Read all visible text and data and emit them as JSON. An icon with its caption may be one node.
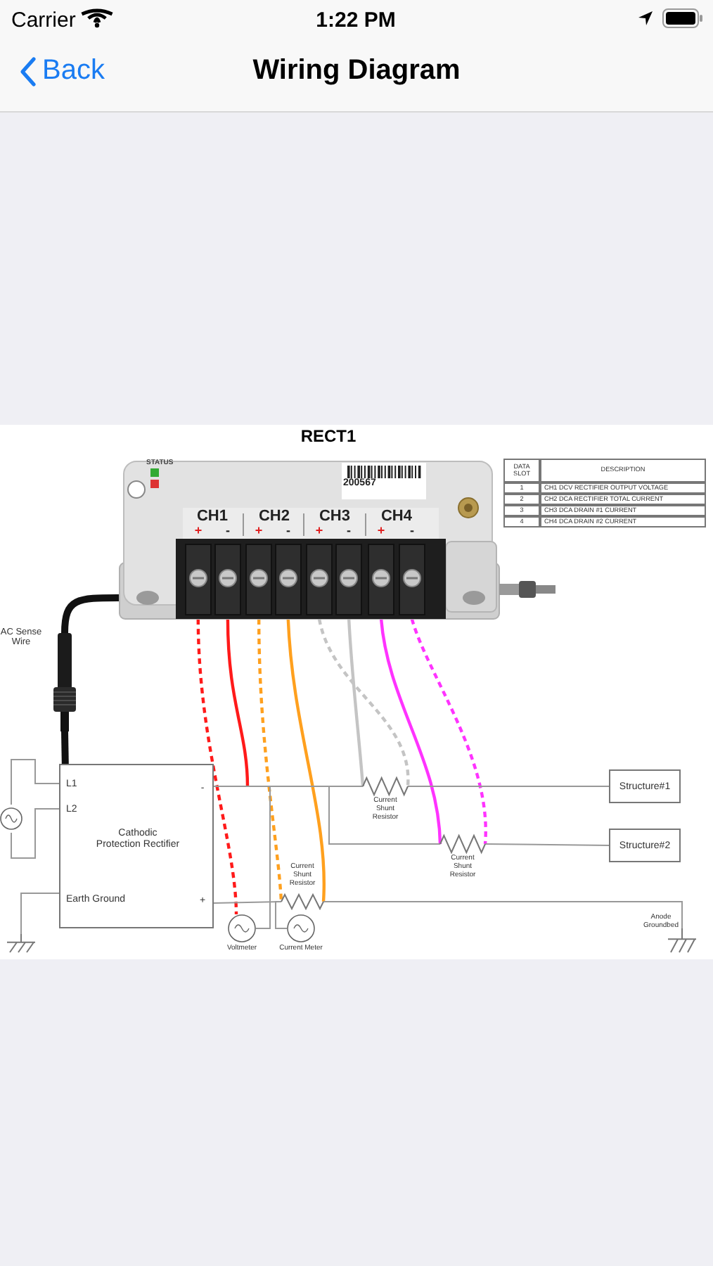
{
  "diagram": {
    "title": "RECT1",
    "nodes": [
      {
        "text": [],
        "shape": "picture"
      },
      {
        "text": [
          "L1",
          "L2",
          "-",
          "Cathodic Protection Rectifier",
          "Earth Ground",
          "+"
        ]
      },
      {
        "text": [],
        "shape": "circle",
        "beside": [
          "Voltmeter"
        ]
      },
      {
        "text": [],
        "shape": "circle",
        "beside": [
          "Current Meter"
        ]
      },
      {
        "text": [],
        "shape": "resistor",
        "beside": [
          "Current Shunt Resistor"
        ]
      },
      {
        "text": [],
        "shape": "resistor",
        "beside": [
          "Current Shunt Resistor"
        ]
      },
      {
        "text": [],
        "shape": "resistor",
        "beside": [
          "Current Shunt Resistor"
        ]
      },
      {
        "text": [
          "Structure#1"
        ]
      },
      {
        "text": [
          "Structure#2"
        ]
      },
      {
        "text": [],
        "shape": "ground",
        "beside": [
          "Anode Groundbed"
        ]
      },
      {
        "text": [],
        "shape": "ground"
      },
      {
        "text": [],
        "shape": "circle"
      },
      {
        "text": [],
        "shape": "picture",
        "beside": [
          "AC Sense Wire"
        ]
      }
    ],
    "edges": [
      {
        "from": 0,
        "to": 2,
        "arrow": "none",
        "style": "dashed",
        "color": "#ff1a1a"
      },
      {
        "from": 0,
        "to": null,
        "arrow": "none",
        "color": "#ff1a1a"
      },
      {
        "from": 0,
        "to": 4,
        "arrow": "none",
        "style": "dashed",
        "color": "#ffa01e"
      },
      {
        "from": 0,
        "to": 4,
        "arrow": "none",
        "color": "#ffa01e"
      },
      {
        "from": 0,
        "to": 5,
        "arrow": "none",
        "style": "dashed",
        "color": "#c4c4c4"
      },
      {
        "from": 0,
        "to": 5,
        "arrow": "none",
        "color": "#c4c4c4"
      },
      {
        "from": 0,
        "to": 6,
        "arrow": "none",
        "color": "#ff33ff"
      },
      {
        "from": 0,
        "to": 6,
        "arrow": "none",
        "style": "dashed",
        "color": "#ff33ff"
      },
      {
        "from": 0,
        "to": 12,
        "arrow": "none",
        "style": "thick",
        "color": "#111111"
      },
      {
        "from": 12,
        "to": 1,
        "arrow": "none",
        "style": "thick",
        "color": "#111111"
      },
      {
        "from": 11,
        "to": 1,
        "arrow": "none"
      },
      {
        "from": 11,
        "to": 1,
        "arrow": "none"
      },
      {
        "from": 1,
        "to": 5,
        "arrow": "none"
      },
      {
        "from": 1,
        "to": 6,
        "arrow": "none"
      },
      {
        "from": 5,
        "to": 7,
        "arrow": "none"
      },
      {
        "from": 6,
        "to": 8,
        "arrow": "none"
      },
      {
        "from": 1,
        "to": 4,
        "arrow": "none"
      },
      {
        "from": 4,
        "to": 9,
        "arrow": "none"
      },
      {
        "from": 1,
        "to": 10,
        "arrow": "none"
      },
      {
        "from": 1,
        "to": 2,
        "arrow": "none"
      },
      {
        "from": 3,
        "to": 4,
        "arrow": "none"
      }
    ],
    "labels": [
      "Carrier",
      "1:22 PM",
      "Back",
      "Wiring Diagram",
      "STATUS",
      "200567",
      "CH1",
      "+",
      "-",
      "CH2",
      "+",
      "-",
      "CH3",
      "+",
      "-",
      "CH4",
      "+",
      "-",
      "DATA SLOT",
      "DESCRIPTION",
      "1",
      "CH1 DCV RECTIFIER OUTPUT VOLTAGE",
      "2",
      "CH2 DCA RECTIFIER TOTAL CURRENT",
      "3",
      "CH3 DCA DRAIN #1 CURRENT",
      "4",
      "CH4 DCA DRAIN #2 CURRENT"
    ]
  }
}
